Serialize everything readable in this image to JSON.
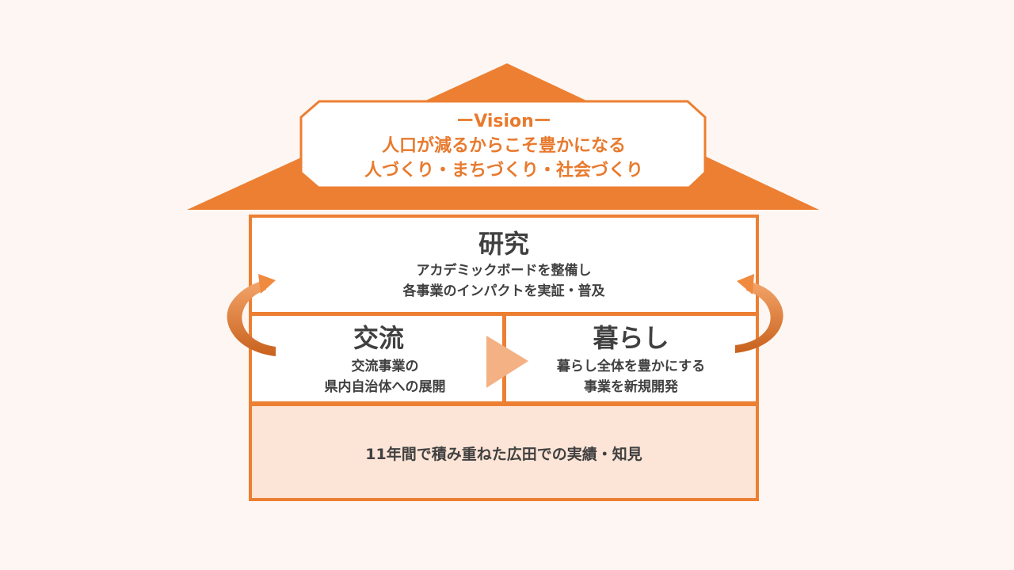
{
  "vision": {
    "title": "ーVisionー",
    "line1": "人口が減るからこそ豊かになる",
    "line2": "人づくり・まちづくり・社会づくり"
  },
  "research": {
    "title": "研究",
    "desc1": "アカデミックボードを整備し",
    "desc2": "各事業のインパクトを実証・普及"
  },
  "exchange": {
    "title": "交流",
    "desc1": "交流事業の",
    "desc2": "県内自治体への展開"
  },
  "living": {
    "title": "暮らし",
    "desc1": "暮らし全体を豊かにする",
    "desc2": "事業を新規開発"
  },
  "foundation": {
    "text": "11年間で積み重ねた広田での実績・知見"
  },
  "colors": {
    "accent": "#ec7f32",
    "text": "#404040",
    "foundation_fill": "#fce4d6",
    "arrow_light": "#f4b183",
    "background": "#fdf6f2"
  }
}
